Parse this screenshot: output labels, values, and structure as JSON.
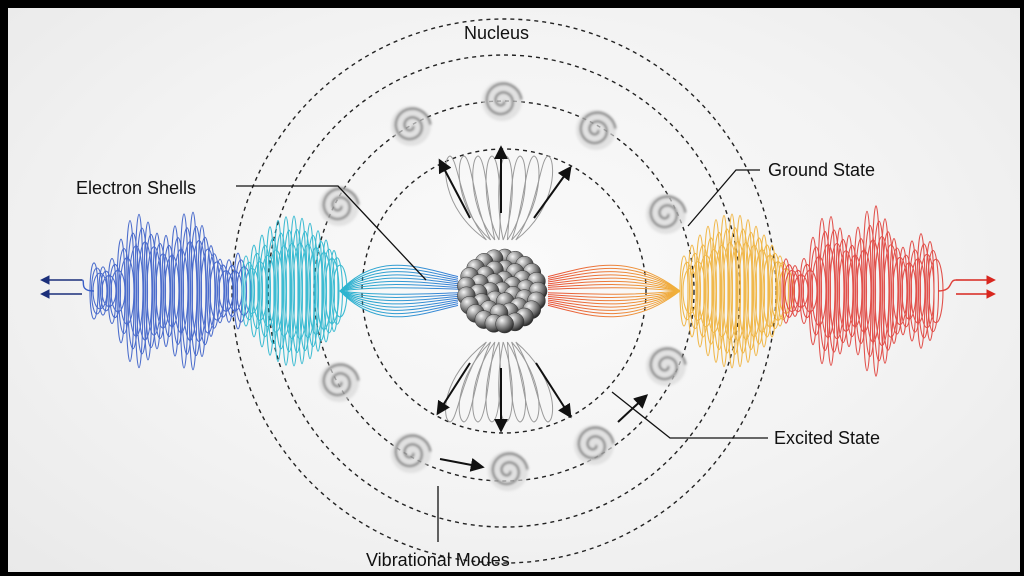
{
  "labels": {
    "nucleus": "Nucleus",
    "electron_shells": "Electron Shells",
    "ground_state": "Ground State",
    "excited_state": "Excited State",
    "vibrational_modes": "Vibrational Modes"
  },
  "colors": {
    "left_wave_outer": "#3a5fc8",
    "left_wave_inner": "#2bb6cf",
    "right_wave_inner": "#f0b23a",
    "right_wave_outer": "#e0403a",
    "nucleus_sphere": "#7a7a7a",
    "dashed_orbit": "#222222"
  },
  "icons": {
    "swirl": "vibrational-swirl-icon",
    "nucleus": "nucleus-cluster-icon"
  }
}
